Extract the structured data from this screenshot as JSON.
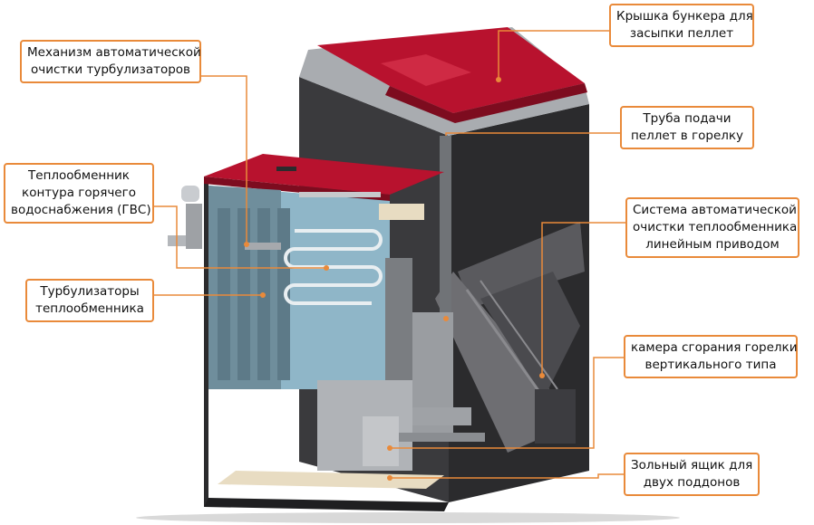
{
  "colors": {
    "callout_border": "#e98a3a",
    "leader_line": "#e98a3a",
    "lid_red": "#b8122e",
    "body_dark": "#2b2b2d",
    "panel_grey": "#8d9094",
    "water_blue": "#8fb6c8",
    "floor_cream": "#e8dcc2"
  },
  "labels": {
    "hopper_lid": [
      "Крышка бункера для",
      "засыпки пеллет"
    ],
    "turbulator_mechanism": [
      "Механизм автоматической",
      "очистки турбулизаторов"
    ],
    "feed_pipe": [
      "Труба подачи",
      "пеллет в горелку"
    ],
    "dhw_exchanger": [
      "Теплообменник",
      "контура горячего",
      "водоснабжения (ГВС)"
    ],
    "exchanger_cleaning": [
      "Система автоматической",
      "очистки теплообменника",
      "линейным приводом"
    ],
    "turbulators": [
      "Турбулизаторы",
      "теплообменника"
    ],
    "combustion_chamber": [
      "камера сгорания горелки",
      "вертикального типа"
    ],
    "ash_box": [
      "Зольный ящик для",
      "двух поддонов"
    ]
  }
}
